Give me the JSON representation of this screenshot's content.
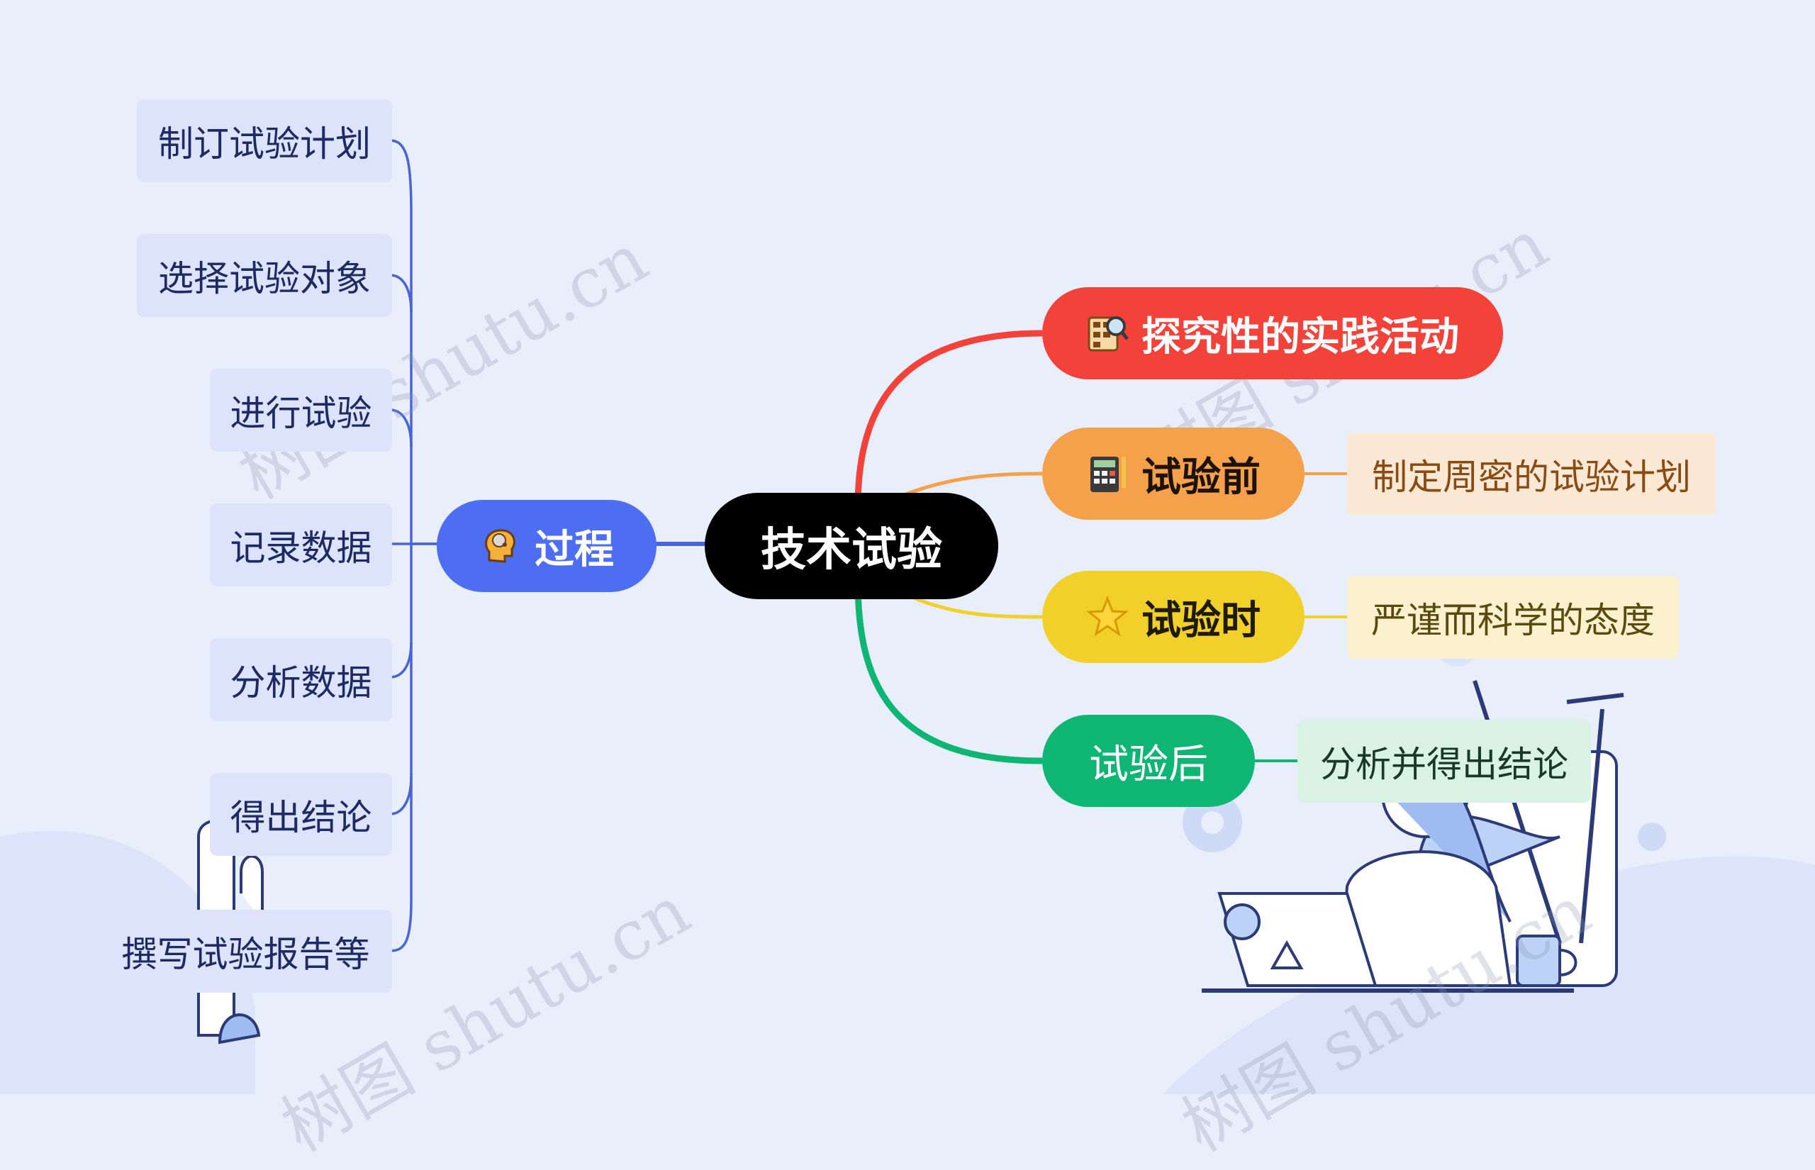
{
  "root": {
    "label": "技术试验"
  },
  "left_branch": {
    "label": "过程",
    "icon": "thinking-head-icon",
    "color": "#4d6df2",
    "items": [
      {
        "label": "制订试验计划"
      },
      {
        "label": "选择试验对象"
      },
      {
        "label": "进行试验"
      },
      {
        "label": "记录数据"
      },
      {
        "label": "分析数据"
      },
      {
        "label": "得出结论"
      },
      {
        "label": "撰写试验报告等"
      }
    ]
  },
  "right_branches": [
    {
      "label": "探究性的实践活动",
      "icon": "magnifier-calculator-icon",
      "color": "#f2423a",
      "detail": ""
    },
    {
      "label": "试验前",
      "icon": "calculator-icon",
      "color": "#f5a04b",
      "detail": "制定周密的试验计划",
      "detail_bg": "#fbe9d6",
      "detail_color": "#8a4a12"
    },
    {
      "label": "试验时",
      "icon": "star-icon",
      "color": "#f2d02a",
      "detail": "严谨而科学的态度",
      "detail_bg": "#fbf1cf",
      "detail_color": "#5a4a10"
    },
    {
      "label": "试验后",
      "icon": "",
      "color": "#0fb573",
      "detail": "分析并得出结论",
      "detail_bg": "#d9f2e3",
      "detail_color": "#183a25"
    }
  ],
  "watermark": "树图 shutu.cn"
}
